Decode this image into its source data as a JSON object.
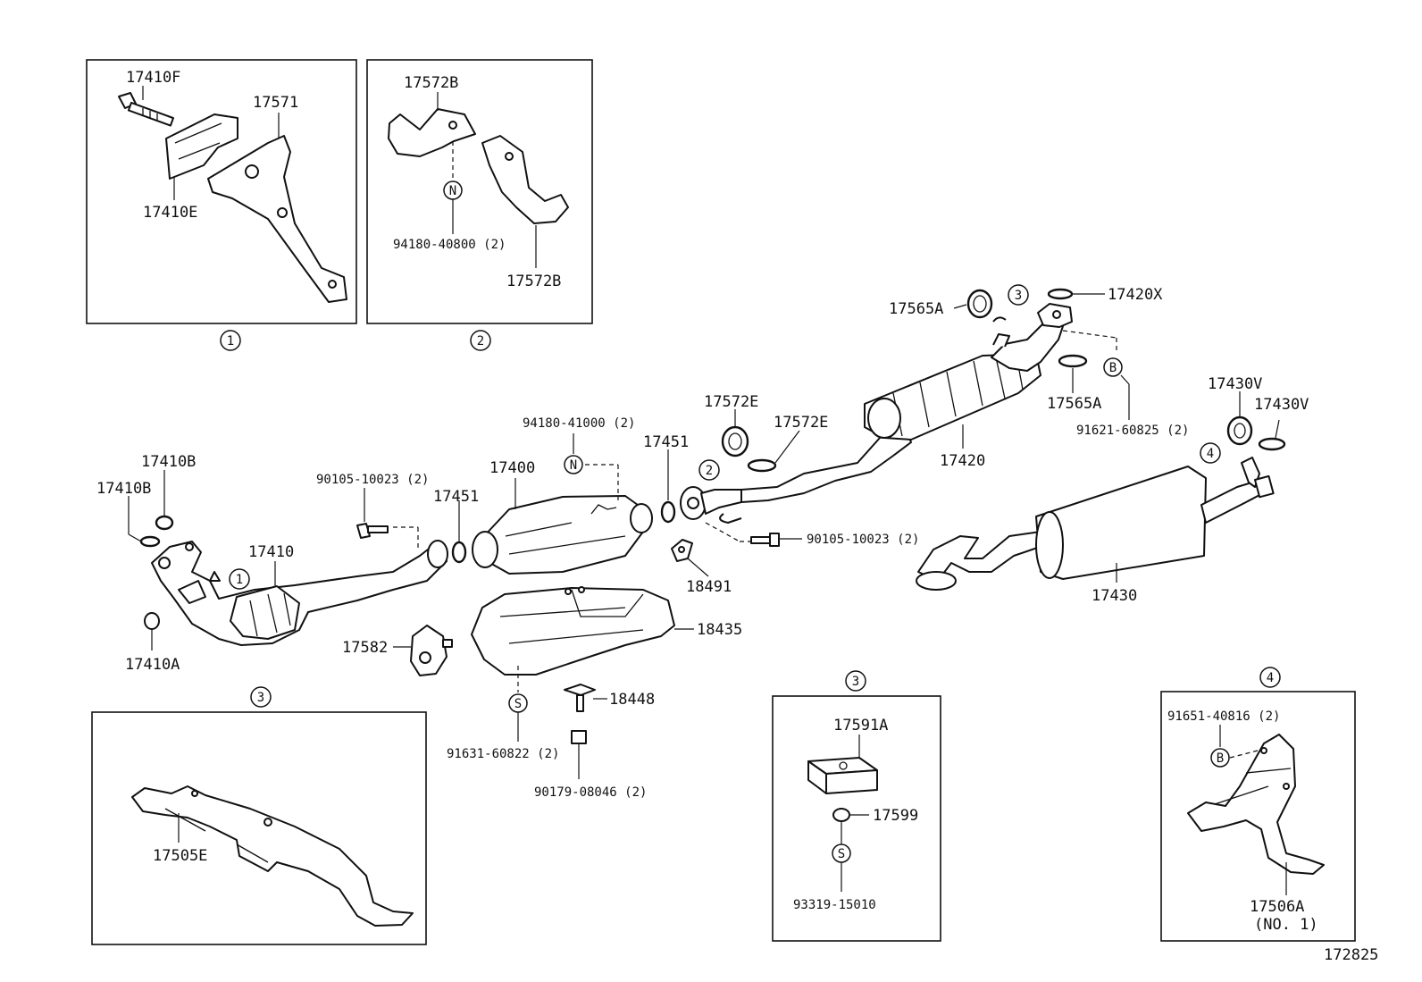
{
  "parts": {
    "p17410F": "17410F",
    "p17571": "17571",
    "p17410E": "17410E",
    "p17572B_top": "17572B",
    "p94180_40800": "94180-40800 (2)",
    "p17572B_bot": "17572B",
    "p17565A_top": "17565A",
    "p17420X": "17420X",
    "p17565A_mid": "17565A",
    "p91621_60825": "91621-60825 (2)",
    "p17572E_a": "17572E",
    "p17572E_b": "17572E",
    "p17420": "17420",
    "p17430V_a": "17430V",
    "p17430V_b": "17430V",
    "p94180_41000": "94180-41000 (2)",
    "p17451_a": "17451",
    "p17451_b": "17451",
    "p17400": "17400",
    "p17410B_a": "17410B",
    "p17410B_b": "17410B",
    "p90105_a": "90105-10023 (2)",
    "p90105_b": "90105-10023 (2)",
    "p17410": "17410",
    "p18491": "18491",
    "p17430": "17430",
    "p18435": "18435",
    "p17410A": "17410A",
    "p17582": "17582",
    "p18448": "18448",
    "p91631_60822": "91631-60822 (2)",
    "p90179_08046": "90179-08046 (2)",
    "p17591A": "17591A",
    "p17599": "17599",
    "p93319_15010": "93319-15010",
    "p17505E": "17505E",
    "p91651_40816": "91651-40816 (2)",
    "p17506A": "17506A",
    "p17506A_note": "(NO. 1)"
  },
  "callouts": {
    "one": "1",
    "two": "2",
    "three": "3",
    "four": "4",
    "N": "N",
    "B": "B",
    "S": "S"
  },
  "figure_number": "172825"
}
